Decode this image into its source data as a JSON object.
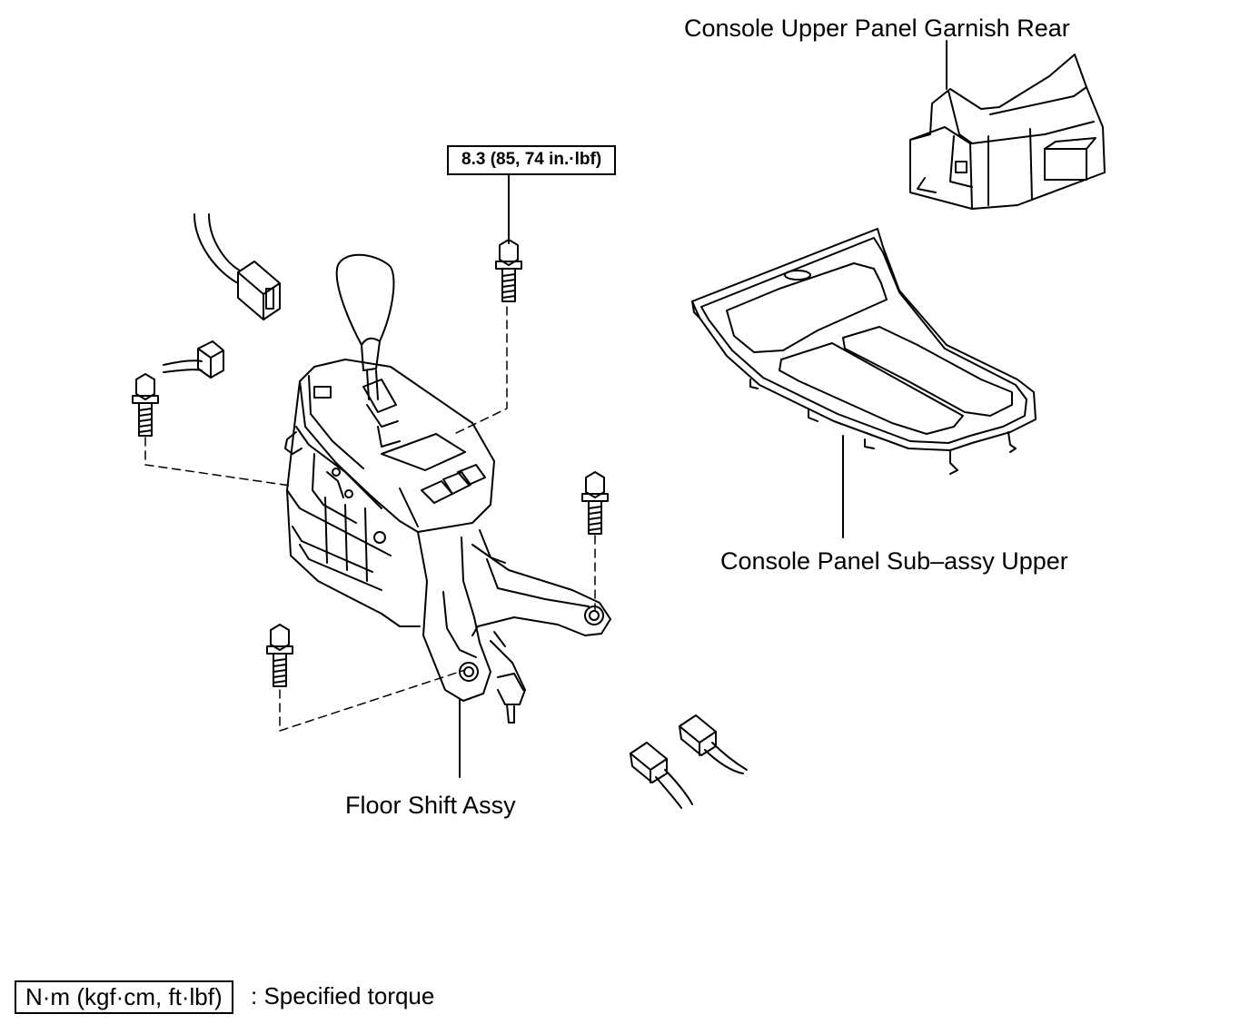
{
  "labels": {
    "console_upper_panel_garnish_rear": "Console Upper Panel Garnish Rear",
    "console_panel_sub_assy_upper": "Console Panel Sub–assy Upper",
    "floor_shift_assy": "Floor Shift Assy"
  },
  "torque": {
    "spec": "8.3 (85, 74 in.·lbf)"
  },
  "legend": {
    "units": "N·m (kgf·cm, ft·lbf)",
    "description": ": Specified torque"
  }
}
